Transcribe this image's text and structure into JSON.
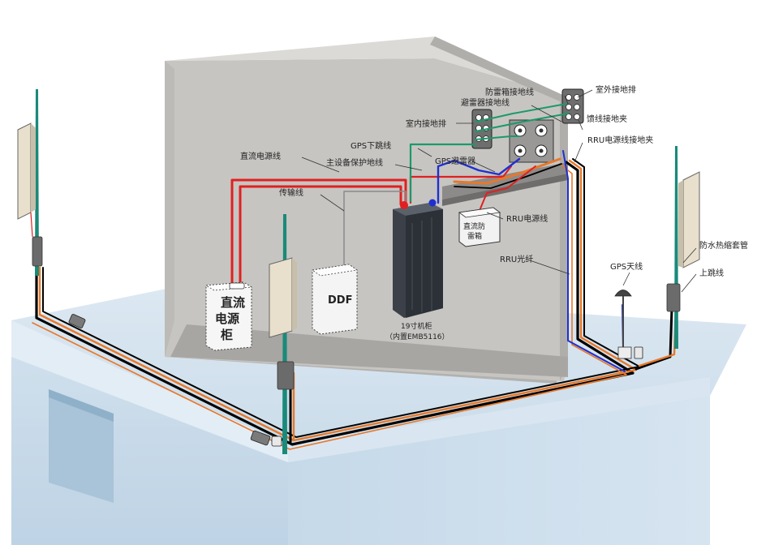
{
  "labels": {
    "outdoor_ground_bar": "室外接地排",
    "lightning_box_ground": "防雷箱接地线",
    "lightning_arrester_ground": "避雷器接地线",
    "feeder_ground_clamp": "馈线接地夹",
    "indoor_ground_bar": "室内接地排",
    "rru_power_cable_ground_clamp": "RRU电源线接地夹",
    "gps_down_lead": "GPS下跳线",
    "dc_power_cable": "直流电源线",
    "main_equipment_ground": "主设备保护地线",
    "gps_arrester": "GPS避雷器",
    "transmission_cable": "传输线",
    "dc_lightning_box": "直流防雷箱",
    "rru_power_cable": "RRU电源线",
    "rru_fiber": "RRU光纤",
    "gps_antenna": "GPS天线",
    "waterproof_sleeve": "防水热缩套管",
    "jumper": "上跳线",
    "dc_cabinet": "直流电源柜",
    "ddf": "DDF",
    "cabinet_name": "19寸机柜",
    "cabinet_sub": "（内置EMB5116）"
  },
  "colors": {
    "dc_power": "#e02020",
    "ground": "#1a9a6a",
    "gps": "#2030d0",
    "fiber": "#e8782a",
    "room_wall": "#c9c7c4",
    "rooftop": "#dbe7f1"
  }
}
